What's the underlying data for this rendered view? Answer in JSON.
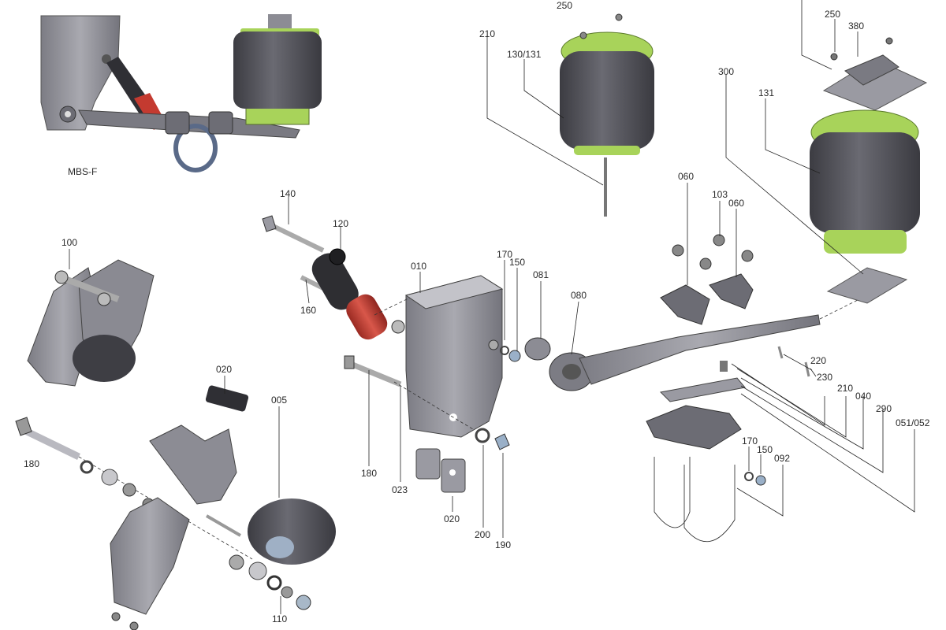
{
  "caption": "MBS-F",
  "part_labels": {
    "p005": "005",
    "p010": "010",
    "p020a": "020",
    "p020b": "020",
    "p023": "023",
    "p040": "040",
    "p051": "051/052",
    "p060a": "060",
    "p060b": "060",
    "p080": "080",
    "p081": "081",
    "p092": "092",
    "p100": "100",
    "p103": "103",
    "p110": "110",
    "p120": "120",
    "p130": "130/131",
    "p131": "131",
    "p140": "140",
    "p150a": "150",
    "p150b": "150",
    "p160": "160",
    "p170a": "170",
    "p170b": "170",
    "p180a": "180",
    "p180b": "180",
    "p190": "190",
    "p200": "200",
    "p210a": "210",
    "p210b": "210",
    "p220": "220",
    "p230": "230",
    "p250a": "250",
    "p250b": "250",
    "p290": "290",
    "p300": "300",
    "p380": "380"
  },
  "colors": {
    "metal": "#8e8e96",
    "metal_dark": "#5d5d65",
    "bellow": "#4a4a50",
    "plate_green": "#a8d35a",
    "shock_red": "#c43a30",
    "shock_black": "#2e2e32",
    "line": "#222222"
  }
}
